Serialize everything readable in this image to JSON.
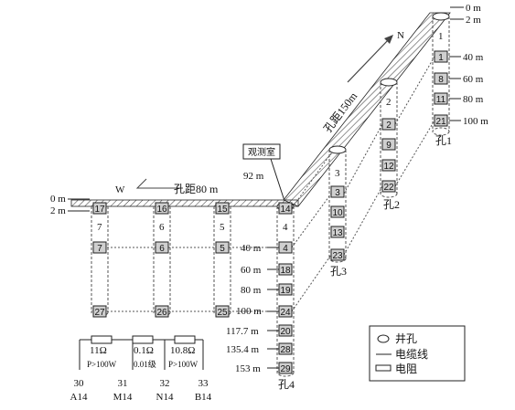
{
  "depths_left": {
    "d0": "0 m",
    "d2": "2 m"
  },
  "depths_right": {
    "d0": "0 m",
    "d2": "2 m",
    "d40": "40 m",
    "d60": "60 m",
    "d80": "80 m",
    "d100": "100 m"
  },
  "depths_hole4": {
    "d40": "40 m",
    "d60": "60 m",
    "d80": "80 m",
    "d100": "100 m",
    "d117": "117.7 m",
    "d135": "135.4 m",
    "d153": "153 m",
    "d92": "92 m"
  },
  "directions": {
    "west": "W",
    "north": "N"
  },
  "spacing": {
    "west": "孔距80 m",
    "north": "孔距150m"
  },
  "observation_room": "观测室",
  "holes": {
    "h1": "孔1",
    "h2": "孔2",
    "h3": "孔3",
    "h4": "孔4",
    "n1": "1",
    "n2": "2",
    "n3": "3",
    "n4": "4",
    "n5": "5",
    "n6": "6",
    "n7": "7"
  },
  "electrodes": {
    "e1": "1",
    "e5": "5",
    "e6": "6",
    "e7": "7",
    "e8": "8",
    "e9": "9",
    "e10": "10",
    "e11": "11",
    "e12": "12",
    "e13": "13",
    "e14": "14",
    "e15": "15",
    "e16": "16",
    "e17": "17",
    "e18": "18",
    "e19": "19",
    "e20": "20",
    "e21": "21",
    "e22": "22",
    "e23": "23",
    "e24": "24",
    "e25": "25",
    "e26": "26",
    "e27": "27",
    "e28": "28",
    "e29": "29",
    "e4": "4",
    "e2": "2",
    "e3": "3"
  },
  "resistors": [
    {
      "value": "11Ω",
      "note": "P>100W"
    },
    {
      "value": "0.1Ω",
      "note": "0.01级"
    },
    {
      "value": "10.8Ω",
      "note": "P>100W"
    }
  ],
  "terminals": [
    {
      "num": "30",
      "name": "A14"
    },
    {
      "num": "31",
      "name": "M14"
    },
    {
      "num": "32",
      "name": "N14"
    },
    {
      "num": "33",
      "name": "B14"
    }
  ],
  "legend": {
    "well": "井孔",
    "cable": "电缆线",
    "resistor": "电阻"
  }
}
